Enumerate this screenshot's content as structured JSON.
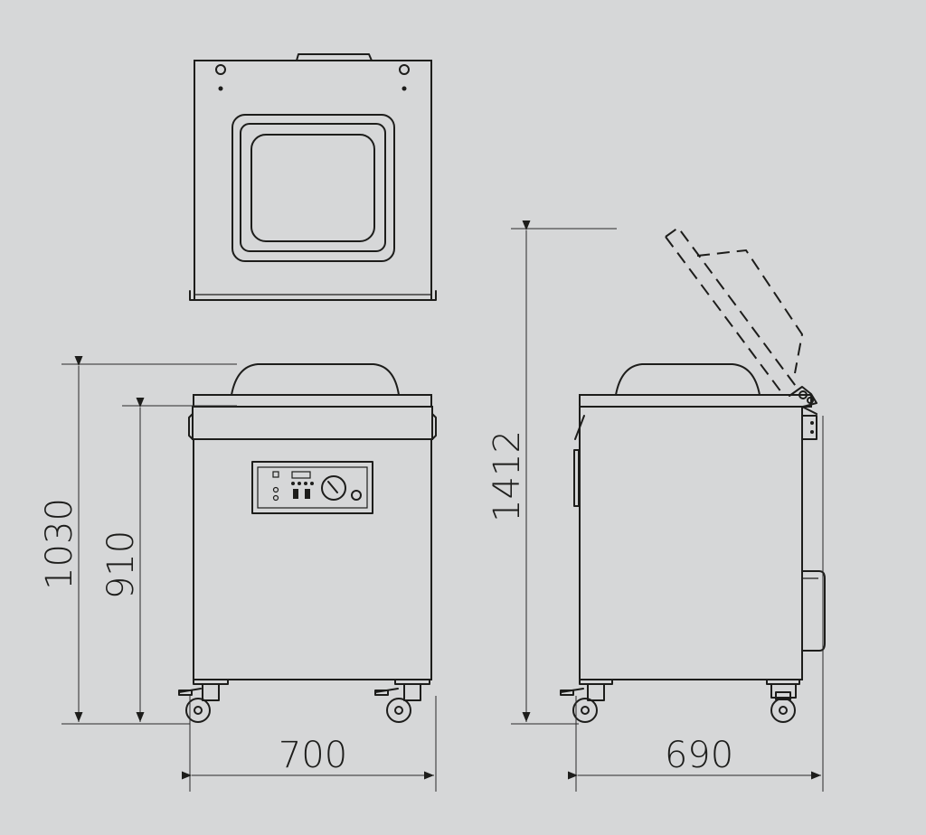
{
  "dimensions": {
    "total_height_closed": "1030",
    "working_height": "910",
    "total_height_open": "1412",
    "front_width": "700",
    "side_depth": "690"
  },
  "colors": {
    "background": "#d6d7d8",
    "line": "#1d1d1b"
  }
}
